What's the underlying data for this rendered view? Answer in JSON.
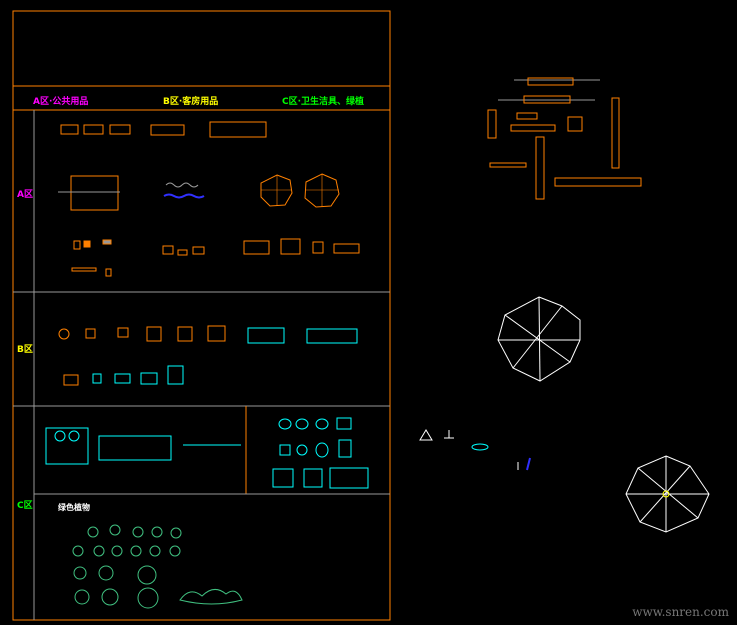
{
  "header": {
    "zone_a": "A区·公共用品",
    "zone_b": "B区·客房用品",
    "zone_c": "C区·卫生洁具、绿植"
  },
  "rows": {
    "a_label": "A区",
    "b_label": "B区",
    "c_label": "C区"
  },
  "plants_title": "绿色植物",
  "watermark": "www.snren.com",
  "colors": {
    "frame": "#ff8000",
    "zone_a": "#ff00ff",
    "zone_b": "#ffff00",
    "zone_c": "#00ff00",
    "fixtures": "#00ffff",
    "plants": "#40c080"
  }
}
